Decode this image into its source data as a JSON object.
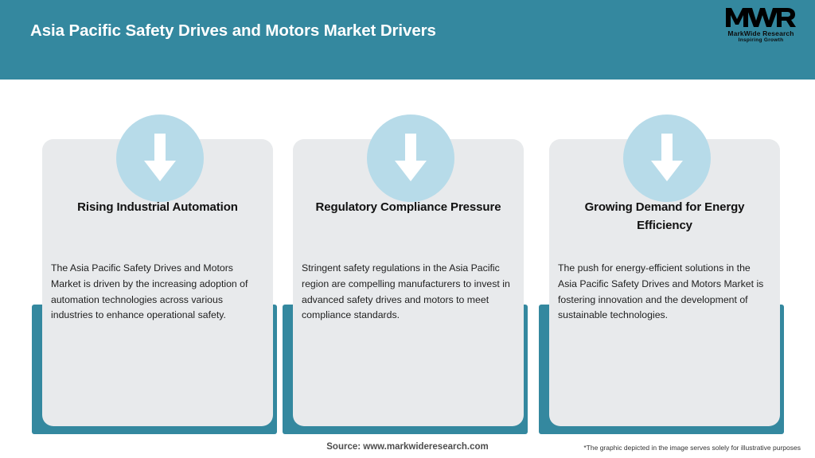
{
  "header": {
    "title": "Asia Pacific Safety Drives and Motors Market Drivers",
    "background_color": "#34889f",
    "title_color": "#ffffff"
  },
  "logo": {
    "mark": "MWR",
    "name": "MarkWide Research",
    "tagline": "Inspiring Growth"
  },
  "cards": [
    {
      "icon": "down-arrow-icon",
      "heading": "Rising Industrial Automation",
      "body": "The Asia Pacific Safety Drives and Motors Market is driven by the increasing adoption of automation technologies across various industries to enhance operational safety."
    },
    {
      "icon": "down-arrow-icon",
      "heading": "Regulatory Compliance Pressure",
      "body": "Stringent safety regulations in the Asia Pacific region are compelling manufacturers to invest in advanced safety drives and motors to meet compliance standards."
    },
    {
      "icon": "down-arrow-icon",
      "heading": "Growing Demand for Energy Efficiency",
      "body": "The push for energy-efficient solutions in the Asia Pacific Safety Drives and Motors Market is fostering innovation and the development of sustainable technologies."
    }
  ],
  "footer": {
    "source": "Source: www.markwideresearch.com",
    "disclaimer": "*The graphic depicted in the image serves solely for illustrative purposes"
  },
  "colors": {
    "teal": "#34889f",
    "panel_gray": "#e8eaec",
    "icon_circle": "#b7dbe9",
    "arrow_white": "#ffffff"
  }
}
